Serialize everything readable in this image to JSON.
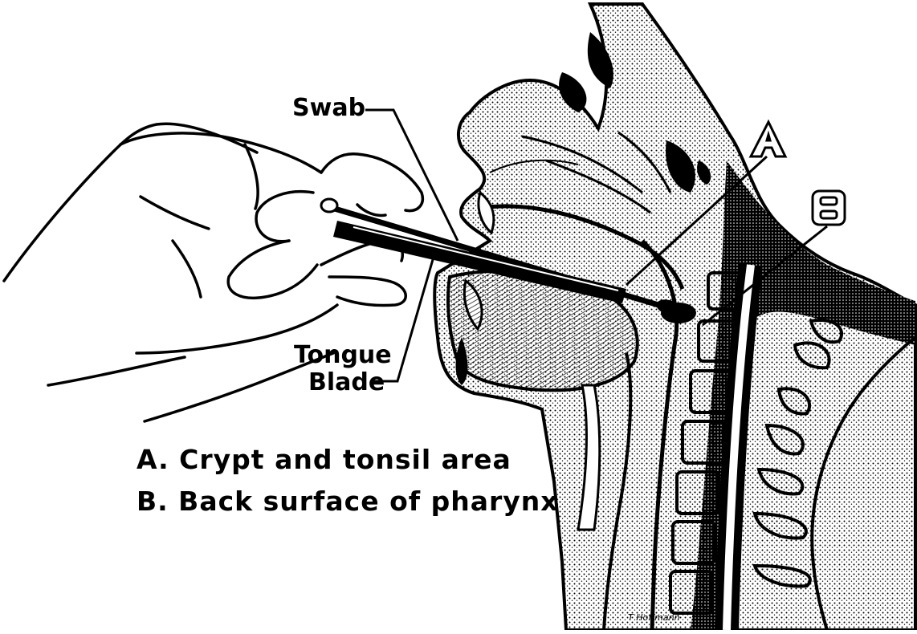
{
  "labels": {
    "swab": "Swab",
    "tongue": "Tongue",
    "blade": "Blade",
    "marker_a": "A",
    "marker_b": "B"
  },
  "legend": {
    "a": "A. Crypt and tonsil area",
    "b": "B. Back surface of pharynx"
  },
  "signature": "T Hoffmann",
  "colors": {
    "ink": "#000000",
    "paper": "#ffffff"
  }
}
